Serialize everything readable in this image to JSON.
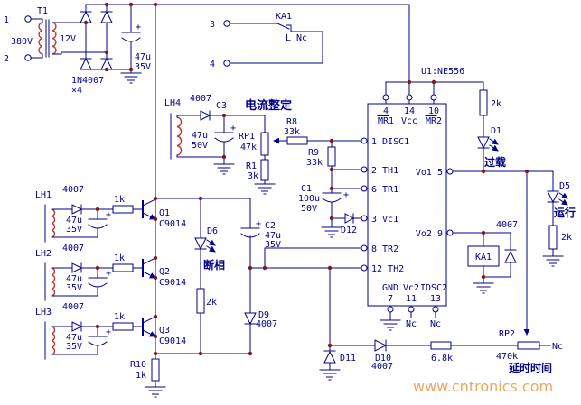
{
  "watermark": "www.cntronics.com",
  "colors": {
    "wire": "#00008B",
    "coil": "#C8322C",
    "junction_dot": "#7E1A1A",
    "watermark": "#E9A864"
  },
  "power": {
    "t1": "T1",
    "term1": "1",
    "term2": "2",
    "primary": "380V",
    "secondary": "12V",
    "bridge": "1N4007",
    "bridge_qty": "×4",
    "plus": "+",
    "cap": "47u",
    "cap_v": "35V"
  },
  "contact": {
    "ka1": "KA1",
    "term3": "3",
    "term4": "4",
    "label": "L Nc"
  },
  "lh4": {
    "name": "LH4",
    "diode": "4007",
    "c3": "C3",
    "plus": "+",
    "cap": "47u",
    "cap_v": "50V",
    "heading": "电流整定",
    "rp1": "RP1",
    "rp1_v": "47k",
    "r1": "R1",
    "r1_v": "3k"
  },
  "mid": {
    "r8": "R8",
    "r8_v": "33k",
    "r9": "R9",
    "r9_v": "33k",
    "c1": "C1",
    "c1_v": "100u",
    "c1_vv": "50V",
    "plus": "+",
    "d12": "D12"
  },
  "ic": {
    "name": "U1:NE556",
    "p4": "4",
    "p14": "14",
    "p10": "10",
    "mr1": "MR1",
    "vcc": "Vcc",
    "mr2": "MR2",
    "pin1": "1 DISC1",
    "pin2": "2 TH1",
    "pin6": "6 TR1",
    "pin3": "3 Vc1",
    "pin8": "8 TR2",
    "pin12": "12 TH2",
    "vo1": "Vo1 5",
    "vo2": "Vo2 9",
    "gnd": "GND",
    "p7": "7",
    "vc2": "Vc2",
    "p11": "11",
    "idsc2": "IDSC2",
    "p13": "13",
    "nc": "Nc"
  },
  "overload": {
    "r": "2k",
    "d1": "D1",
    "label": "过载"
  },
  "run": {
    "d5": "D5",
    "label": "运行",
    "r": "2k"
  },
  "relay": {
    "ka1": "KA1",
    "diode": "4007"
  },
  "delay": {
    "d11": "D11",
    "d10": "D10",
    "d10_v": "4007",
    "r": "6.8k",
    "rp2": "RP2",
    "rp2_v": "470k",
    "nc": "Nc",
    "label": "延时时间"
  },
  "lh1": {
    "name": "LH1",
    "diode": "4007",
    "plus": "+",
    "cap": "47u",
    "cap_v": "35V",
    "r": "1k",
    "q": "Q1",
    "qt": "C9014"
  },
  "lh2": {
    "name": "LH2",
    "diode": "4007",
    "plus": "+",
    "cap": "47u",
    "cap_v": "35V",
    "r": "1k",
    "q": "Q2",
    "qt": "C9014"
  },
  "lh3": {
    "name": "LH3",
    "diode": "4007",
    "plus": "+",
    "cap": "47u",
    "cap_v": "35V",
    "r": "1k",
    "q": "Q3",
    "qt": "C9014"
  },
  "d6": {
    "name": "D6",
    "label": "断相",
    "r": "2k"
  },
  "c2": {
    "name": "C2",
    "plus": "+",
    "v": "47u",
    "vv": "35V"
  },
  "d9": {
    "name": "D9",
    "v": "4007"
  },
  "r10": {
    "name": "R10",
    "v": "1k"
  }
}
